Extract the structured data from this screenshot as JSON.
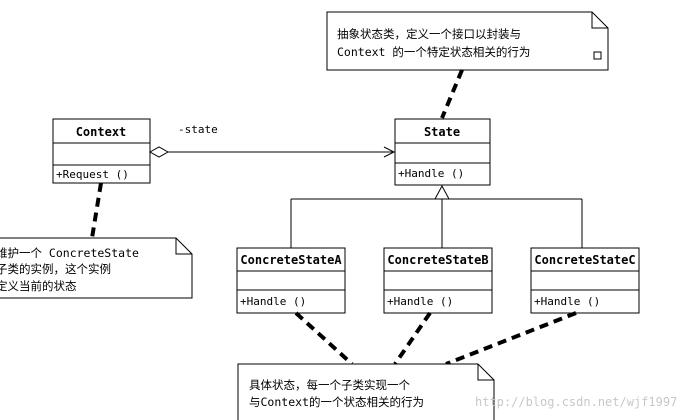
{
  "classes": {
    "context": {
      "name": "Context",
      "operation": "+Request ()"
    },
    "state": {
      "name": "State",
      "operation": "+Handle ()"
    },
    "concrete_a": {
      "name": "ConcreteStateA",
      "operation": "+Handle ()"
    },
    "concrete_b": {
      "name": "ConcreteStateB",
      "operation": "+Handle ()"
    },
    "concrete_c": {
      "name": "ConcreteStateC",
      "operation": "+Handle ()"
    }
  },
  "association": {
    "role": "-state"
  },
  "notes": {
    "state_note": {
      "lines": [
        "抽象状态类，定义一个接口以封装与",
        "Context 的一个特定状态相关的行为"
      ]
    },
    "context_note": {
      "lines": [
        "维护一个 ConcreteState",
        "子类的实例，这个实例",
        "定义当前的状态"
      ]
    },
    "concrete_note": {
      "lines": [
        "具体状态，每一个子类实现一个",
        "与Context的一个状态相关的行为"
      ]
    }
  },
  "watermark": "http://blog.csdn.net/wjf1997"
}
